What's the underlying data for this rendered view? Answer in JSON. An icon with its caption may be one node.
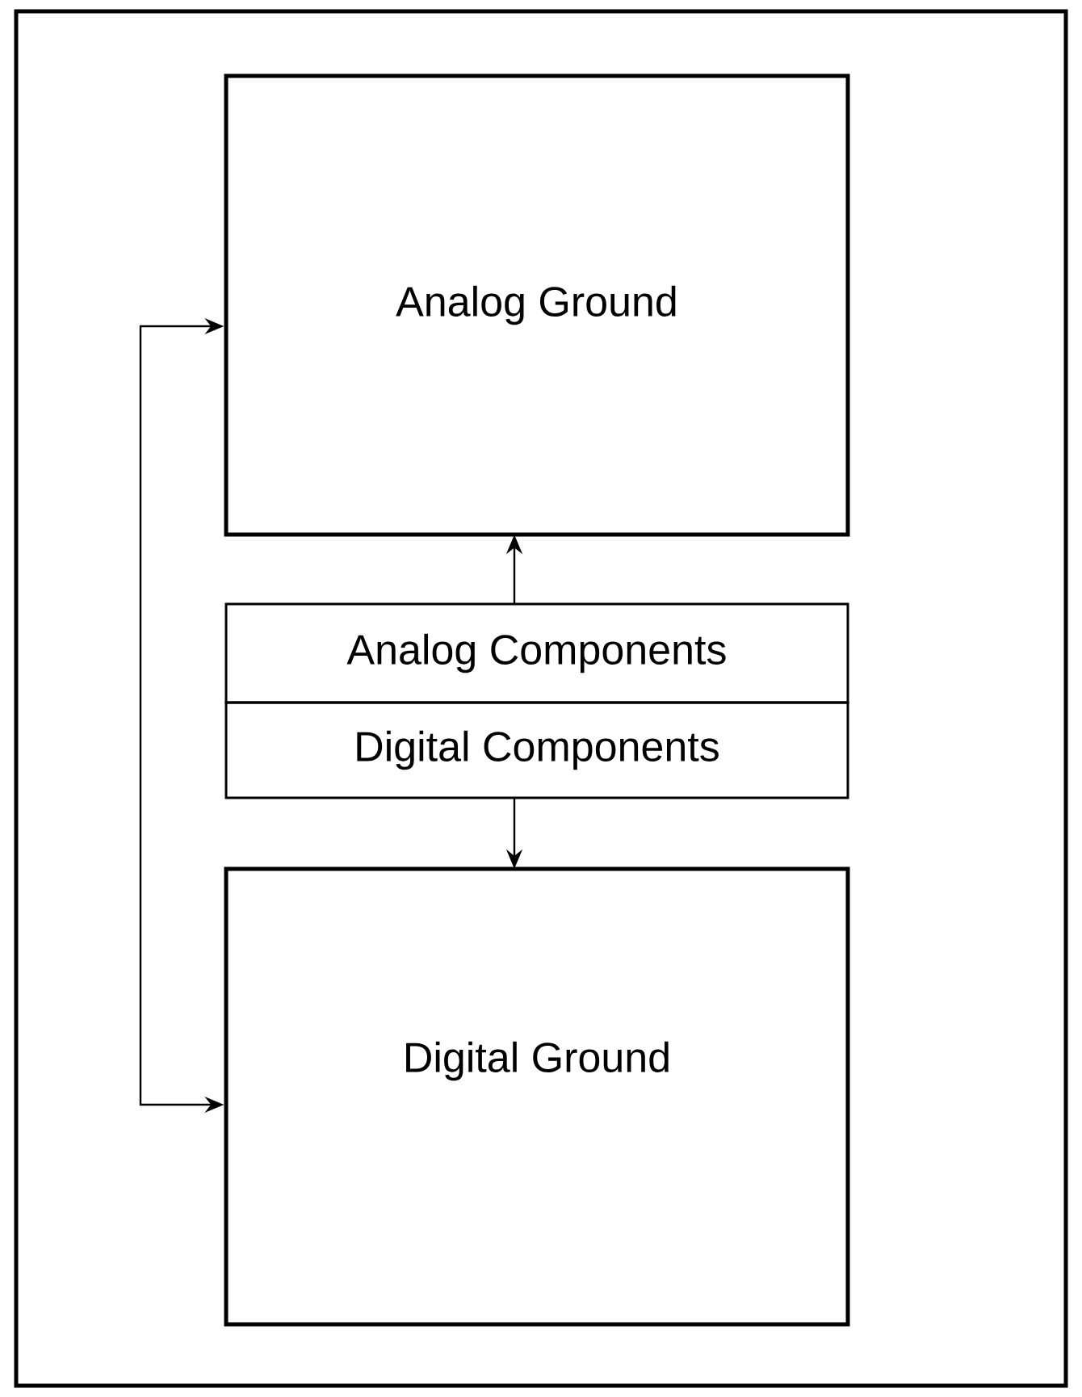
{
  "diagram": {
    "nodes": [
      {
        "text": [
          "Analog Ground"
        ]
      },
      {
        "text": [
          "Analog Components"
        ]
      },
      {
        "text": [
          "Digital Components"
        ]
      },
      {
        "text": [
          "Digital Ground"
        ]
      }
    ],
    "edges": [
      {
        "from": 1,
        "to": 0,
        "arrow": "to"
      },
      {
        "from": 2,
        "to": 3,
        "arrow": "to"
      },
      {
        "from": 0,
        "to": 3,
        "arrow": "both"
      }
    ]
  }
}
